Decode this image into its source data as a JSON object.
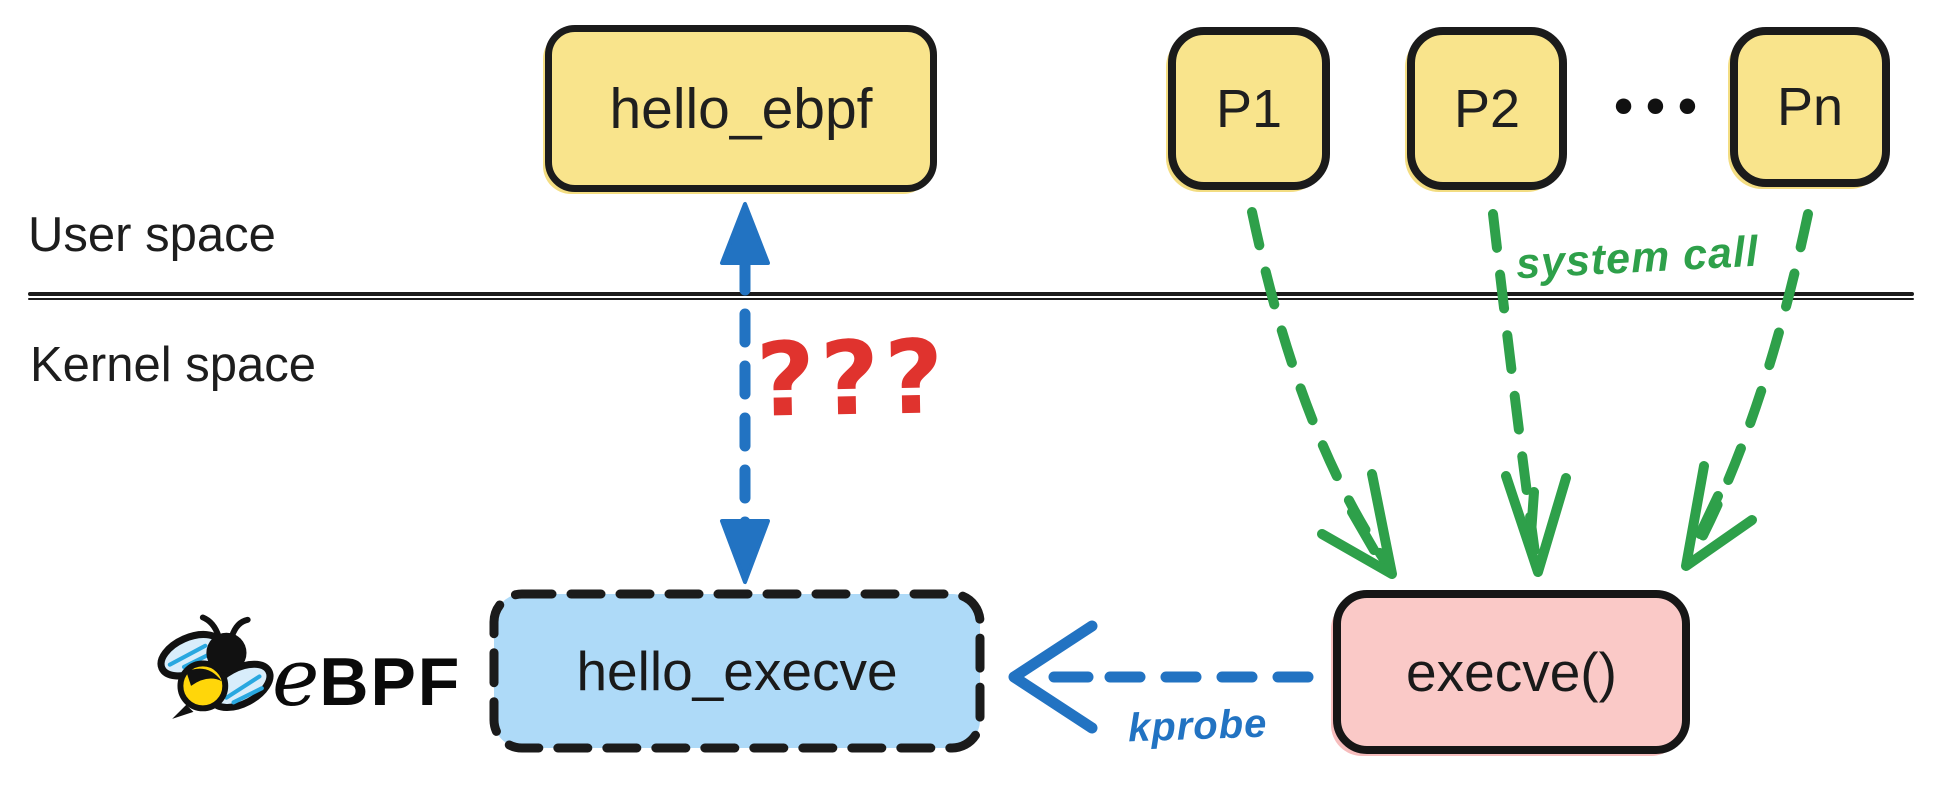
{
  "labels": {
    "user_space": "User space",
    "kernel_space": "Kernel space",
    "question_marks": "???",
    "system_call": "system call",
    "kprobe": "kprobe",
    "ellipsis": "•••"
  },
  "boxes": {
    "hello_ebpf": "hello_ebpf",
    "p1": "P1",
    "p2": "P2",
    "pn": "Pn",
    "hello_execve": "hello_execve",
    "execve": "execve()"
  },
  "logo": {
    "e": "e",
    "bpf": "BPF"
  },
  "colors": {
    "process_fill": "#F9E48C",
    "ebpf_program_fill": "#AEDAF8",
    "kernel_fn_fill": "#FAC9C7",
    "arrow_blue": "#2273C2",
    "arrow_green": "#2EA04A",
    "question_red": "#E0332E",
    "outline": "#1B1B1B"
  }
}
